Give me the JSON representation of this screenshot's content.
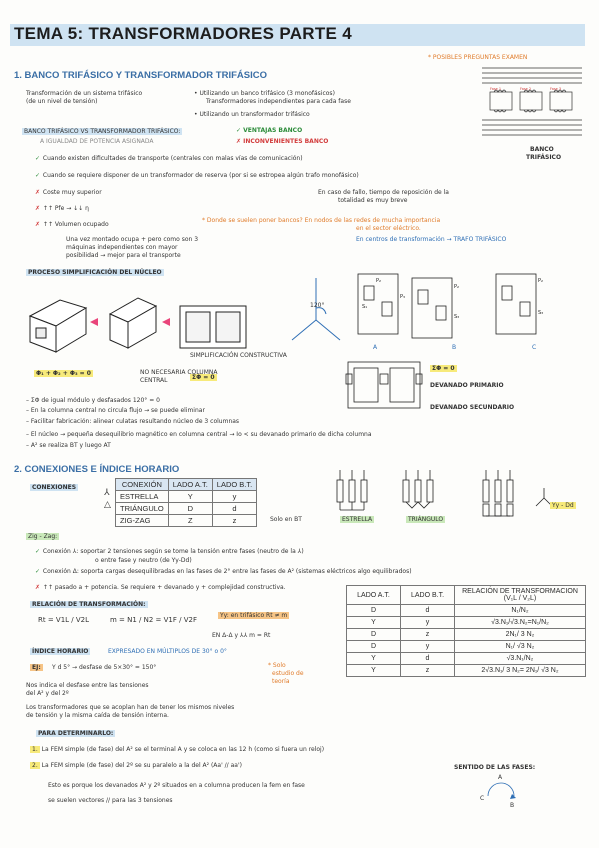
{
  "title": "TEMA 5: TRANSFORMADORES PARTE 4",
  "section1": {
    "heading": "1. BANCO TRIFÁSICO Y TRANSFORMADOR TRIFÁSICO",
    "note_top_right": "* POSIBLES PREGUNTAS EXAMEN",
    "intro_left_1": "Transformación de un sistema trifásico",
    "intro_left_2": "(de un nivel de tensión)",
    "intro_mid_1": "• Utilizando un banco trifásico (3 monofásicos)",
    "intro_mid_2": "Transformadores independientes para cada fase",
    "intro_mid_3": "• Utilizando un transformador trifásico",
    "banco_label_1": "BANCO",
    "banco_label_2": "TRIFÁSICO",
    "vs_title": "BANCO TRIFÁSICO VS TRANSFORMADOR TRIFÁSICO:",
    "ventajas": "✓ VENTAJAS BANCO",
    "inconvenientes": "✗ INCONVENIENTES BANCO",
    "a_igualdad": "A IGUALDAD DE POTENCIA ASIGNADA",
    "pros": [
      "Cuando existen dificultades de transporte (centrales con malas vías de comunicación)",
      "Cuando se requiere disponer de un transformador de reserva (por si se estropea algún trafo monofásico)"
    ],
    "cons": [
      "Coste muy superior",
      "↑↑ Pfe → ↓↓ η",
      "↑↑ Volumen ocupado"
    ],
    "cons_note_1": "En caso de fallo, tiempo de reposición de la",
    "cons_note_2": "totalidad es muy breve",
    "orange_note_1": "* Donde se suelen poner bancos? En nodos de las redes de mucha importancia",
    "orange_note_2": "en el sector eléctrico.",
    "blue_note": "En centros de transformación → TRAFO TRIFÁSICO",
    "vol_note_1": "Una vez montado ocupa + pero como son 3",
    "vol_note_2": "máquinas independientes con mayor",
    "vol_note_3": "posibilidad → mejor para el transporte",
    "proceso": "PROCESO SIMPLIFICACIÓN DEL NÚCLEO",
    "simplificacion": "SIMPLIFICACIÓN CONSTRUCTIVA",
    "phi_sum": "Φ₁ + Φ₂ + Φ₃ = 0",
    "no_necesaria_1": "NO NECESARIA COLUMNA",
    "no_necesaria_2": "CENTRAL",
    "sum_phi": "ΣΦ = 0",
    "sum_phi2": "ΣΦ = 0",
    "angle_label": "120°",
    "labels_abc": [
      "A",
      "B",
      "C"
    ],
    "devanado_primario": "DEVANADO PRIMARIO",
    "devanado_secundario": "DEVANADO SECUNDARIO",
    "bullets": [
      "ΣΦ de igual módulo y desfasados 120° = 0",
      "En la columna central no circula flujo → se puede eliminar",
      "Facilitar fabricación: alinear culatas resultando núcleo de 3 columnas",
      "El núcleo → pequeña desequilibrio magnético en columna central → Io < su devanado primario de dicha columna",
      "A² se realiza BT y luego AT"
    ]
  },
  "section2": {
    "heading": "2. CONEXIONES E ÍNDICE HORARIO",
    "conexiones_tag": "CONEXIONES",
    "table1": {
      "headers": [
        "CONEXIÓN",
        "LADO A.T.",
        "LADO B.T."
      ],
      "rows": [
        [
          "ESTRELLA",
          "Y",
          "y"
        ],
        [
          "TRIÁNGULO",
          "D",
          "d"
        ],
        [
          "ZIG-ZAG",
          "Z",
          "z"
        ]
      ]
    },
    "solo_bt": "Solo en BT",
    "estrella": "ESTRELLA",
    "triangulo": "TRIÁNGULO",
    "yy_tag": "Yy - Dd",
    "zig_label": "Zig - Zag:",
    "cond_1": "Conexión ⅄: soportar 2 tensiones según se tome la tensión entre fases (neutro de la ⅄)",
    "cond_1b": "o entre fase y neutro (de Yy-Dd)",
    "cond_2": "Conexión Δ: soporta cargas desequilibradas en las fases de 2° entre las fases de A² (sistemas eléctricos algo equilibrados)",
    "cond_3": "↑↑ pasado a + potencia. Se requiere + devanado y + complejidad constructiva.",
    "relacion": "RELACIÓN DE TRANSFORMACIÓN:",
    "formula_1": "Rt = V1L / V2L",
    "formula_2": "m = N1 / N2 = V1F / V2F",
    "formula_note": "Yy: en trifásico Rt ≠ m",
    "formula_note2": "EN Δ-Δ y ⅄⅄  m = Rt",
    "indice": "ÍNDICE HORARIO",
    "indice_expr": "EXPRESADO EN MÚLTIPLOS DE 30° o 0°",
    "ej": "EJ:",
    "ej_formula": "Y d 5° → desfase de 5×30° = 150°",
    "ej_note_1": "* Solo",
    "ej_note_2": "estudio de",
    "ej_note_3": "teoría",
    "nos_indica_1": "Nos indica el desfase entre las tensiones",
    "nos_indica_2": "del A² y del 2º",
    "transf_1": "Los transformadores que se acoplan han de tener los mismos niveles",
    "transf_2": "de tensión y la misma caída de tensión interna.",
    "para_det": "PARA DETERMINARLO:",
    "step_1": "La FEM simple (de fase) del A² se el terminal A y se coloca en las 12 h (como si fuera un reloj)",
    "step_2": "La FEM simple (de fase) del 2º se su paralelo a la del A² (Aa' // aa')",
    "step_3_1": "Esto es porque los devanados A² y 2º situados en a columna producen la fem en fase",
    "step_3_2": "se suelen vectores // para las 3 tensiones",
    "sentido": "SENTIDO DE LAS FASES:",
    "phase_letters": [
      "A",
      "C",
      "B"
    ],
    "table2": {
      "headers": [
        "LADO A.T.",
        "LADO B.T.",
        "RELACIÓN DE TRANSFORMACION (V₁L / V₂L)"
      ],
      "rows": [
        [
          "D",
          "d",
          "N₁/N₂"
        ],
        [
          "Y",
          "y",
          "√3.N₁/√3.N₂=N₁/N₂"
        ],
        [
          "D",
          "z",
          "2N₁/ 3 N₂"
        ],
        [
          "D",
          "y",
          "N₁/ √3 N₂"
        ],
        [
          "Y",
          "d",
          "√3.N₁/N₂"
        ],
        [
          "Y",
          "z",
          "2√3.N₁/ 3 N₂= 2N₁/ √3 N₂"
        ]
      ]
    }
  }
}
